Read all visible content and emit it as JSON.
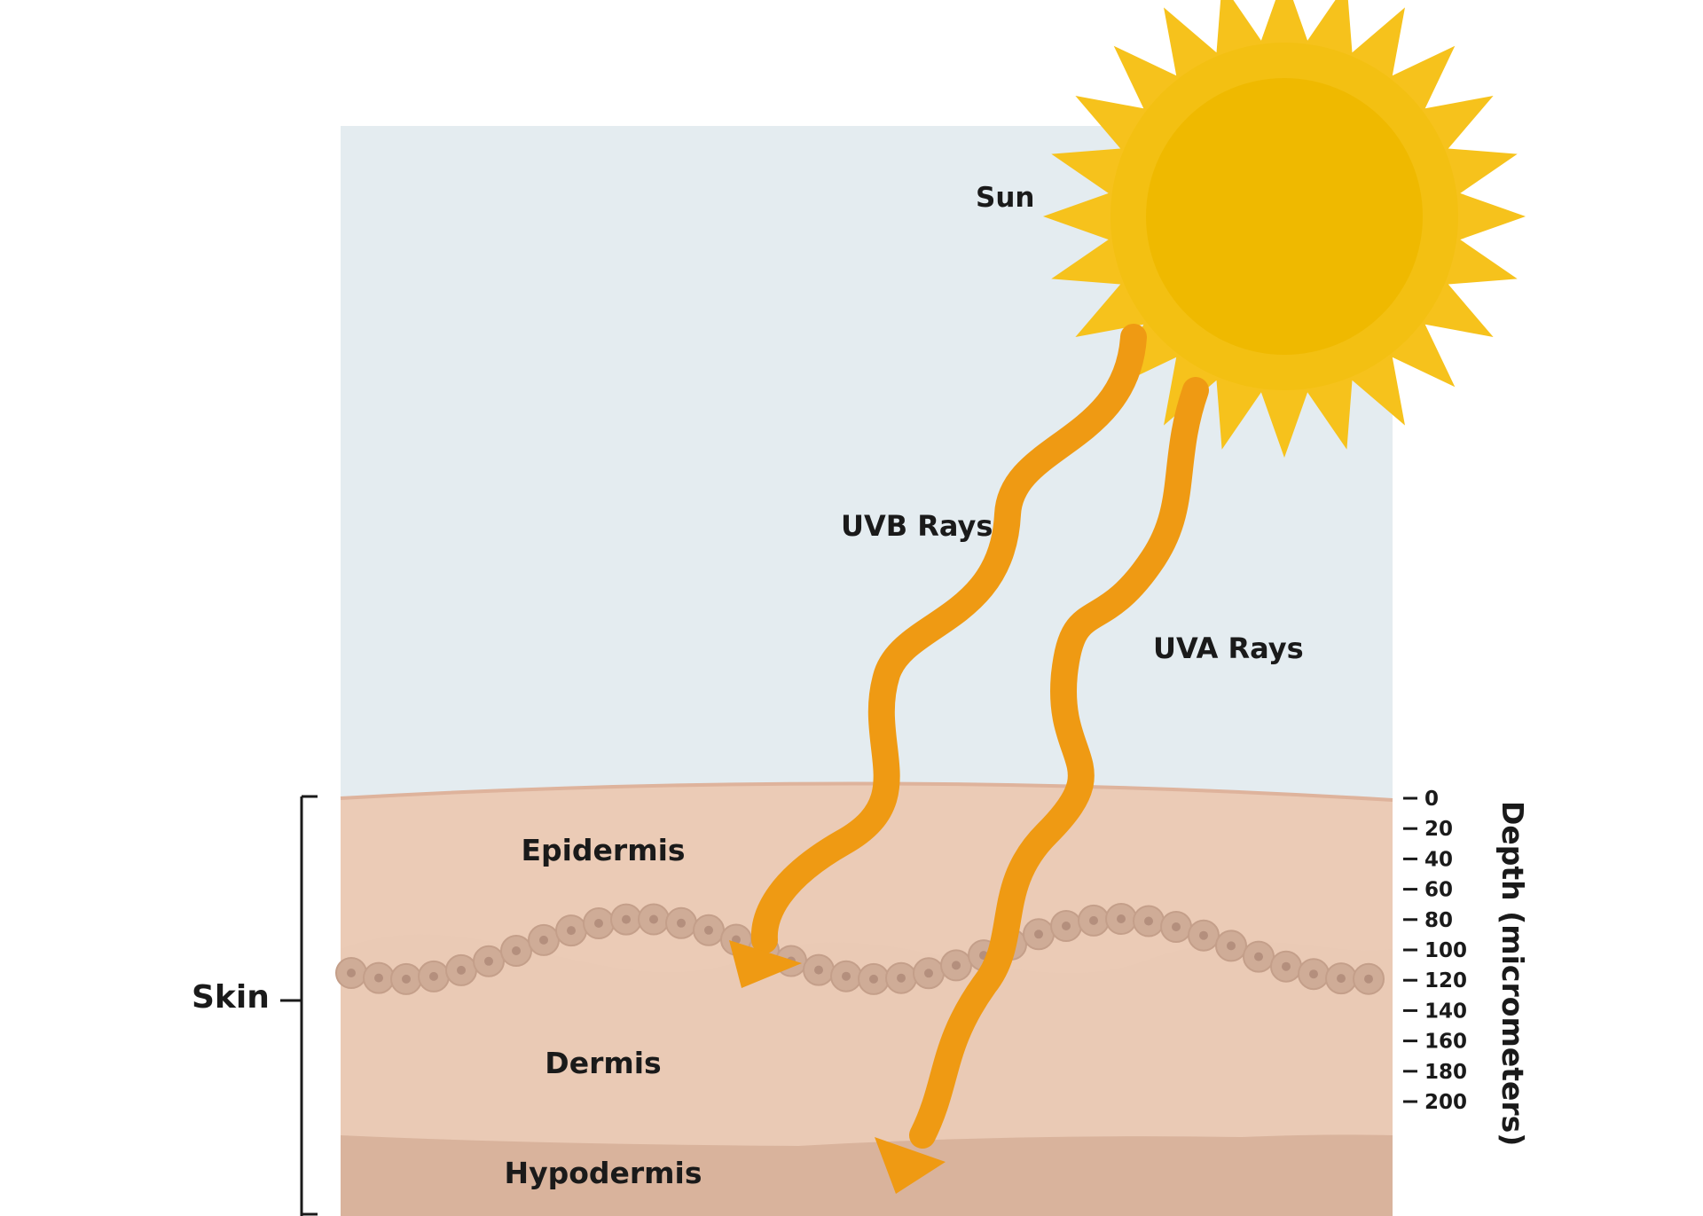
{
  "labels": {
    "sun": "Sun",
    "uvb": "UVB Rays",
    "uva": "UVA Rays",
    "epidermis": "Epidermis",
    "dermis": "Dermis",
    "hypodermis": "Hypodermis",
    "skin": "Skin",
    "depth_axis": "Depth (micrometers)"
  },
  "depth_ticks": [
    "0",
    "20",
    "40",
    "60",
    "80",
    "100",
    "120",
    "140",
    "160",
    "180",
    "200"
  ],
  "colors": {
    "sky": "#e4ecf0",
    "epidermis": "#ebcbb6",
    "dermis": "#e9cab5",
    "hypodermis": "#d9b39c",
    "sun_outer": "#f6c21c",
    "sun_inner": "#efb900",
    "ray": "#ef9a13",
    "cell": "#cfac97",
    "cell_nucleus": "#b48f7d"
  }
}
